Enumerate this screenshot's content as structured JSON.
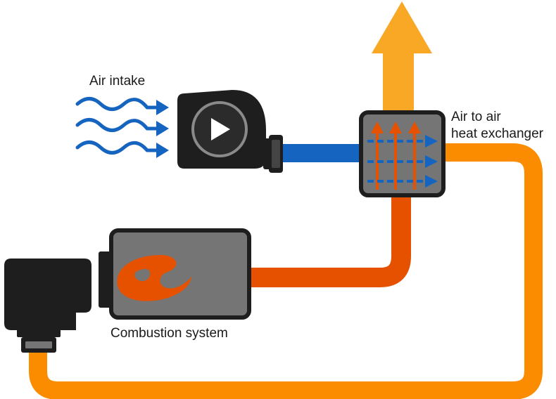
{
  "labels": {
    "air_intake": "Air intake",
    "heat_exchanger_line1": "Air to air",
    "heat_exchanger_line2": "heat exchanger",
    "combustion_system": "Combustion system"
  },
  "colors": {
    "cold_air": "#1565c0",
    "hot_exhaust": "#e65100",
    "warm_air": "#fb8c00",
    "exhaust_out": "#f9a825",
    "unit_body": "#757575",
    "unit_outline": "#1e1e1e"
  },
  "icons": {
    "fan": "play-icon",
    "flame": "flame-icon"
  }
}
